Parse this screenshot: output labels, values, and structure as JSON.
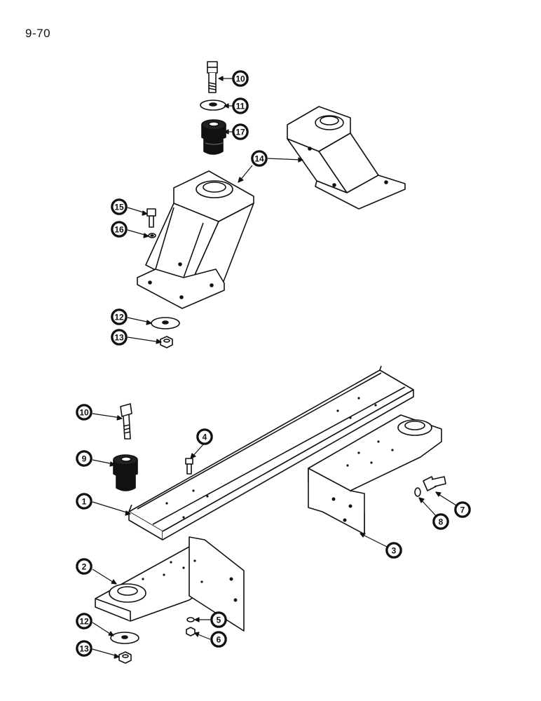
{
  "page_number": "9-70",
  "callouts": [
    {
      "id": "c10a",
      "label": "10"
    },
    {
      "id": "c11",
      "label": "11"
    },
    {
      "id": "c17",
      "label": "17"
    },
    {
      "id": "c14",
      "label": "14"
    },
    {
      "id": "c15",
      "label": "15"
    },
    {
      "id": "c16",
      "label": "16"
    },
    {
      "id": "c12a",
      "label": "12"
    },
    {
      "id": "c13a",
      "label": "13"
    },
    {
      "id": "c10b",
      "label": "10"
    },
    {
      "id": "c4",
      "label": "4"
    },
    {
      "id": "c9",
      "label": "9"
    },
    {
      "id": "c1",
      "label": "1"
    },
    {
      "id": "c7",
      "label": "7"
    },
    {
      "id": "c8",
      "label": "8"
    },
    {
      "id": "c3",
      "label": "3"
    },
    {
      "id": "c2",
      "label": "2"
    },
    {
      "id": "c5",
      "label": "5"
    },
    {
      "id": "c6",
      "label": "6"
    },
    {
      "id": "c12b",
      "label": "12"
    },
    {
      "id": "c13b",
      "label": "13"
    }
  ]
}
